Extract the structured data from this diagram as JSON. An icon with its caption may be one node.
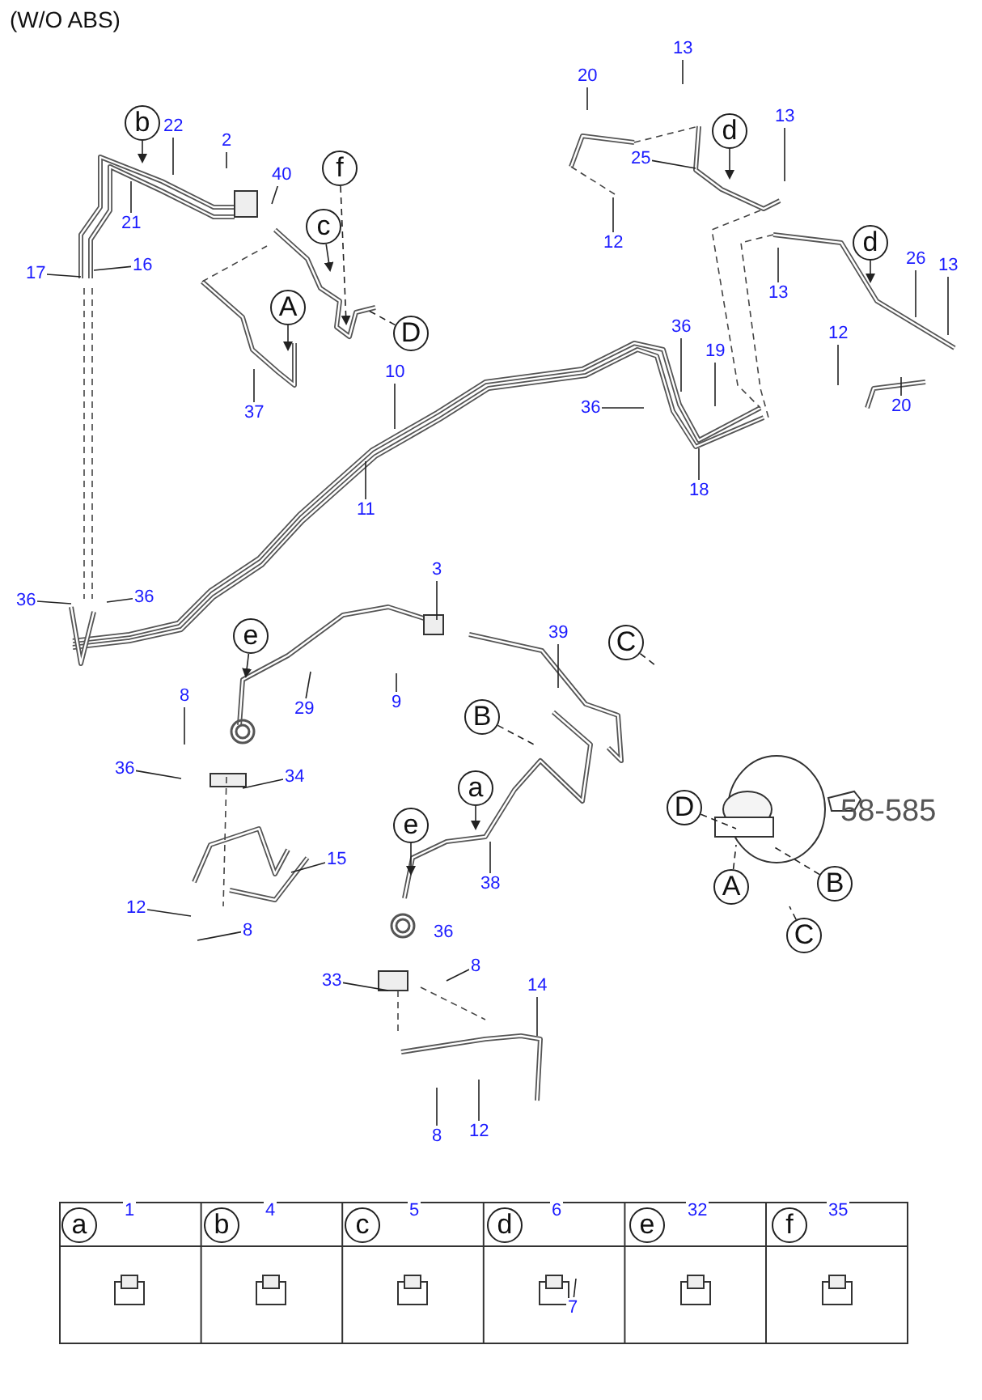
{
  "diagram": {
    "title": "(W/O ABS)",
    "nodes": [
      {
        "text": [
          "13"
        ]
      },
      {
        "text": [
          "20"
        ]
      },
      {
        "text": [
          "b"
        ]
      },
      {
        "text": [
          "22"
        ]
      },
      {
        "text": [
          "13"
        ]
      },
      {
        "text": [
          "2"
        ]
      },
      {
        "text": [
          "d"
        ]
      },
      {
        "text": [
          "25"
        ]
      },
      {
        "text": [
          "40"
        ]
      },
      {
        "text": [
          "f"
        ]
      },
      {
        "text": [
          "21"
        ]
      },
      {
        "text": [
          "c"
        ]
      },
      {
        "text": [
          "12"
        ]
      },
      {
        "text": [
          "17"
        ]
      },
      {
        "text": [
          "16"
        ]
      },
      {
        "text": [
          "d"
        ]
      },
      {
        "text": [
          "26"
        ]
      },
      {
        "text": [
          "13"
        ]
      },
      {
        "text": [
          "13"
        ]
      },
      {
        "text": [
          "A"
        ]
      },
      {
        "text": [
          "D"
        ]
      },
      {
        "text": [
          "12"
        ]
      },
      {
        "text": [
          "10"
        ]
      },
      {
        "text": [
          "36"
        ]
      },
      {
        "text": [
          "19"
        ]
      },
      {
        "text": [
          "37"
        ]
      },
      {
        "text": [
          "36"
        ]
      },
      {
        "text": [
          "20"
        ]
      },
      {
        "text": [
          "11"
        ]
      },
      {
        "text": [
          "18"
        ]
      },
      {
        "text": [
          "36"
        ]
      },
      {
        "text": [
          "36"
        ]
      },
      {
        "text": [
          "3"
        ]
      },
      {
        "text": [
          "39"
        ]
      },
      {
        "text": [
          "C"
        ]
      },
      {
        "text": [
          "e"
        ]
      },
      {
        "text": [
          "8"
        ]
      },
      {
        "text": [
          "29"
        ]
      },
      {
        "text": [
          "9"
        ]
      },
      {
        "text": [
          "B"
        ]
      },
      {
        "text": [
          "36"
        ]
      },
      {
        "text": [
          "34"
        ]
      },
      {
        "text": [
          "a"
        ]
      },
      {
        "text": [
          "D"
        ]
      },
      {
        "text": [
          "e"
        ]
      },
      {
        "text": [
          "15"
        ]
      },
      {
        "text": [
          "38"
        ]
      },
      {
        "text": [
          "A"
        ]
      },
      {
        "text": [
          "B"
        ]
      },
      {
        "text": [
          "12"
        ]
      },
      {
        "text": [
          "36"
        ]
      },
      {
        "text": [
          "8"
        ]
      },
      {
        "text": [
          "C"
        ]
      },
      {
        "text": [
          "8"
        ]
      },
      {
        "text": [
          "33"
        ]
      },
      {
        "text": [
          "14"
        ]
      },
      {
        "text": [
          "12"
        ]
      },
      {
        "text": [
          "8"
        ]
      },
      {
        "text": [
          "a"
        ]
      },
      {
        "text": [
          "b"
        ]
      },
      {
        "text": [
          "c"
        ]
      },
      {
        "text": [
          "d"
        ]
      },
      {
        "text": [
          "e"
        ]
      },
      {
        "text": [
          "f"
        ]
      },
      {
        "text": [
          "7"
        ]
      },
      {
        "text": [
          "1"
        ]
      },
      {
        "text": [
          "4"
        ]
      },
      {
        "text": [
          "5"
        ]
      },
      {
        "text": [
          "6"
        ]
      },
      {
        "text": [
          "32"
        ]
      },
      {
        "text": [
          "35"
        ]
      }
    ],
    "edges": [
      {
        "from": 0,
        "to": null,
        "arrow": "none"
      },
      {
        "from": 1,
        "to": null,
        "arrow": "none"
      },
      {
        "from": 2,
        "to": null,
        "arrow": "to"
      },
      {
        "from": 3,
        "to": null,
        "arrow": "none"
      },
      {
        "from": 4,
        "to": null,
        "arrow": "none"
      },
      {
        "from": 5,
        "to": null,
        "arrow": "none"
      },
      {
        "from": 6,
        "to": null,
        "arrow": "to"
      },
      {
        "from": 7,
        "to": null,
        "arrow": "none"
      },
      {
        "from": 8,
        "to": null,
        "arrow": "none"
      },
      {
        "from": 9,
        "to": null,
        "arrow": "to",
        "style": "dashed"
      },
      {
        "from": 10,
        "to": null,
        "arrow": "none"
      },
      {
        "from": 11,
        "to": null,
        "arrow": "to"
      },
      {
        "from": 12,
        "to": null,
        "arrow": "none"
      },
      {
        "from": 13,
        "to": null,
        "arrow": "none"
      },
      {
        "from": 14,
        "to": null,
        "arrow": "none"
      },
      {
        "from": 15,
        "to": null,
        "arrow": "to"
      },
      {
        "from": 16,
        "to": null,
        "arrow": "none"
      },
      {
        "from": 17,
        "to": null,
        "arrow": "none"
      },
      {
        "from": 18,
        "to": null,
        "arrow": "none"
      },
      {
        "from": 19,
        "to": null,
        "arrow": "to"
      },
      {
        "from": 20,
        "to": null,
        "arrow": "none",
        "style": "dashed"
      },
      {
        "from": 21,
        "to": null,
        "arrow": "none"
      },
      {
        "from": 22,
        "to": null,
        "arrow": "none"
      },
      {
        "from": 23,
        "to": null,
        "arrow": "none"
      },
      {
        "from": 24,
        "to": null,
        "arrow": "none"
      },
      {
        "from": 25,
        "to": null,
        "arrow": "none"
      },
      {
        "from": 26,
        "to": null,
        "arrow": "none"
      },
      {
        "from": 27,
        "to": null,
        "arrow": "none"
      },
      {
        "from": 28,
        "to": null,
        "arrow": "none"
      },
      {
        "from": 29,
        "to": null,
        "arrow": "none"
      },
      {
        "from": 30,
        "to": null,
        "arrow": "none"
      },
      {
        "from": 31,
        "to": null,
        "arrow": "none"
      },
      {
        "from": 32,
        "to": null,
        "arrow": "none"
      },
      {
        "from": 33,
        "to": null,
        "arrow": "none"
      },
      {
        "from": 34,
        "to": null,
        "arrow": "none",
        "style": "dashed"
      },
      {
        "from": 35,
        "to": null,
        "arrow": "to"
      },
      {
        "from": 36,
        "to": null,
        "arrow": "none"
      },
      {
        "from": 37,
        "to": null,
        "arrow": "none"
      },
      {
        "from": 38,
        "to": null,
        "arrow": "none"
      },
      {
        "from": 39,
        "to": null,
        "arrow": "none",
        "style": "dashed"
      },
      {
        "from": 40,
        "to": null,
        "arrow": "none"
      },
      {
        "from": 41,
        "to": null,
        "arrow": "none"
      },
      {
        "from": 42,
        "to": null,
        "arrow": "to"
      },
      {
        "from": 43,
        "to": null,
        "arrow": "none",
        "style": "dashed"
      },
      {
        "from": 44,
        "to": null,
        "arrow": "to"
      },
      {
        "from": 45,
        "to": null,
        "arrow": "none"
      },
      {
        "from": 46,
        "to": null,
        "arrow": "none"
      },
      {
        "from": 47,
        "to": null,
        "arrow": "none",
        "style": "dashed"
      },
      {
        "from": 48,
        "to": null,
        "arrow": "none",
        "style": "dashed"
      },
      {
        "from": 49,
        "to": null,
        "arrow": "none"
      },
      {
        "from": 51,
        "to": null,
        "arrow": "none"
      },
      {
        "from": 52,
        "to": null,
        "arrow": "none",
        "style": "dashed"
      },
      {
        "from": 53,
        "to": null,
        "arrow": "none"
      },
      {
        "from": 54,
        "to": null,
        "arrow": "none"
      },
      {
        "from": 55,
        "to": null,
        "arrow": "none"
      },
      {
        "from": 56,
        "to": null,
        "arrow": "none"
      },
      {
        "from": 57,
        "to": null,
        "arrow": "none"
      },
      {
        "from": 64,
        "to": null,
        "arrow": "none"
      }
    ],
    "labels": [
      "58-585"
    ]
  }
}
